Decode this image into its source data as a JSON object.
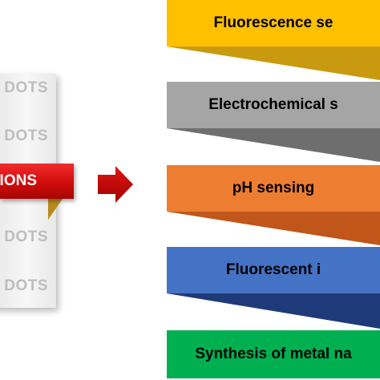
{
  "left_menu": {
    "items": [
      {
        "label": "DOTS"
      },
      {
        "label": "DOTS"
      },
      {
        "label": "DOTS"
      },
      {
        "label": "DOTS"
      }
    ],
    "active_label": "IONS"
  },
  "arrow": {
    "icon": "right-arrow-icon",
    "color": "#c00000"
  },
  "applications": [
    {
      "label": "Fluorescence se",
      "color": "#ffc000",
      "shadow_color": "#c99a10"
    },
    {
      "label": "Electrochemical s",
      "color": "#a5a5a5",
      "shadow_color": "#6e6e6e"
    },
    {
      "label": "pH sensing",
      "color": "#ed7d31",
      "shadow_color": "#c0561a"
    },
    {
      "label": "Fluorescent i",
      "color": "#4472c4",
      "shadow_color": "#1f3a78"
    },
    {
      "label": "Synthesis of metal na",
      "color": "#00b050",
      "shadow_color": "#008a3d"
    }
  ]
}
